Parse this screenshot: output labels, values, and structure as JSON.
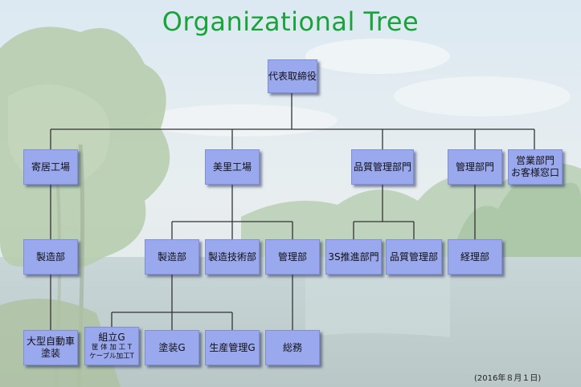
{
  "title": "Organizational Tree",
  "date_note": "(2016年８月１日)",
  "nodes": {
    "ceo": "代表取締役",
    "yorii": "寄居工場",
    "misato": "美里工場",
    "qa_div": "品質管理部門",
    "admin_div": "管理部門",
    "sales_1": "営業部門",
    "sales_2": "お客様窓口",
    "yorii_mfg": "製造部",
    "misato_mfg": "製造部",
    "misato_tech": "製造技術部",
    "misato_admin": "管理部",
    "qa_3s": "3S推進部門",
    "qa_qc": "品質管理部",
    "accounting": "経理部",
    "large_car_1": "大型自動車",
    "large_car_2": "塗装",
    "assembly": "組立G",
    "assembly_sub1": "筐 体 加 工 T",
    "assembly_sub2": "ケーブル加工T",
    "painting": "塗装G",
    "prod_mgmt": "生産管理G",
    "general_affairs": "総務"
  }
}
